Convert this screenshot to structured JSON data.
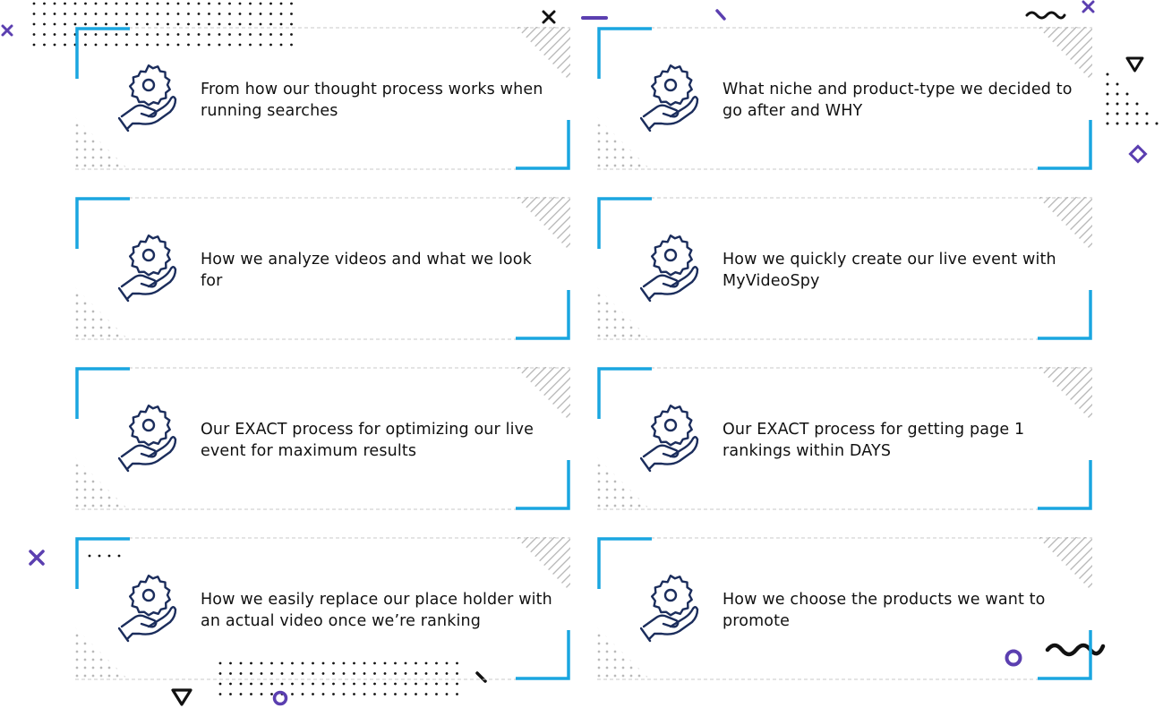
{
  "colors": {
    "accent_blue": "#1aa6e0",
    "navy_icon": "#1b2d5c",
    "purple": "#5b3fb0",
    "text": "#111111",
    "dashed_border": "#c8c8c8",
    "hatch": "#b5b5b5",
    "dots": "#b9b9b9"
  },
  "icons": [
    "gear-hand-icon"
  ],
  "cards": [
    {
      "text": "From how our thought process works when running searches"
    },
    {
      "text": "What niche and product-type we decided to go after and WHY"
    },
    {
      "text": "How we analyze videos and what we look for"
    },
    {
      "text": "How we quickly create our live event with MyVideoSpy"
    },
    {
      "text": "Our EXACT process for optimizing our live event for maximum results"
    },
    {
      "text": "Our EXACT process for getting page 1 rankings within DAYS"
    },
    {
      "text": "How we easily replace our place holder with an actual video once we’re ranking"
    },
    {
      "text": "How we choose the products we want to promote"
    }
  ]
}
